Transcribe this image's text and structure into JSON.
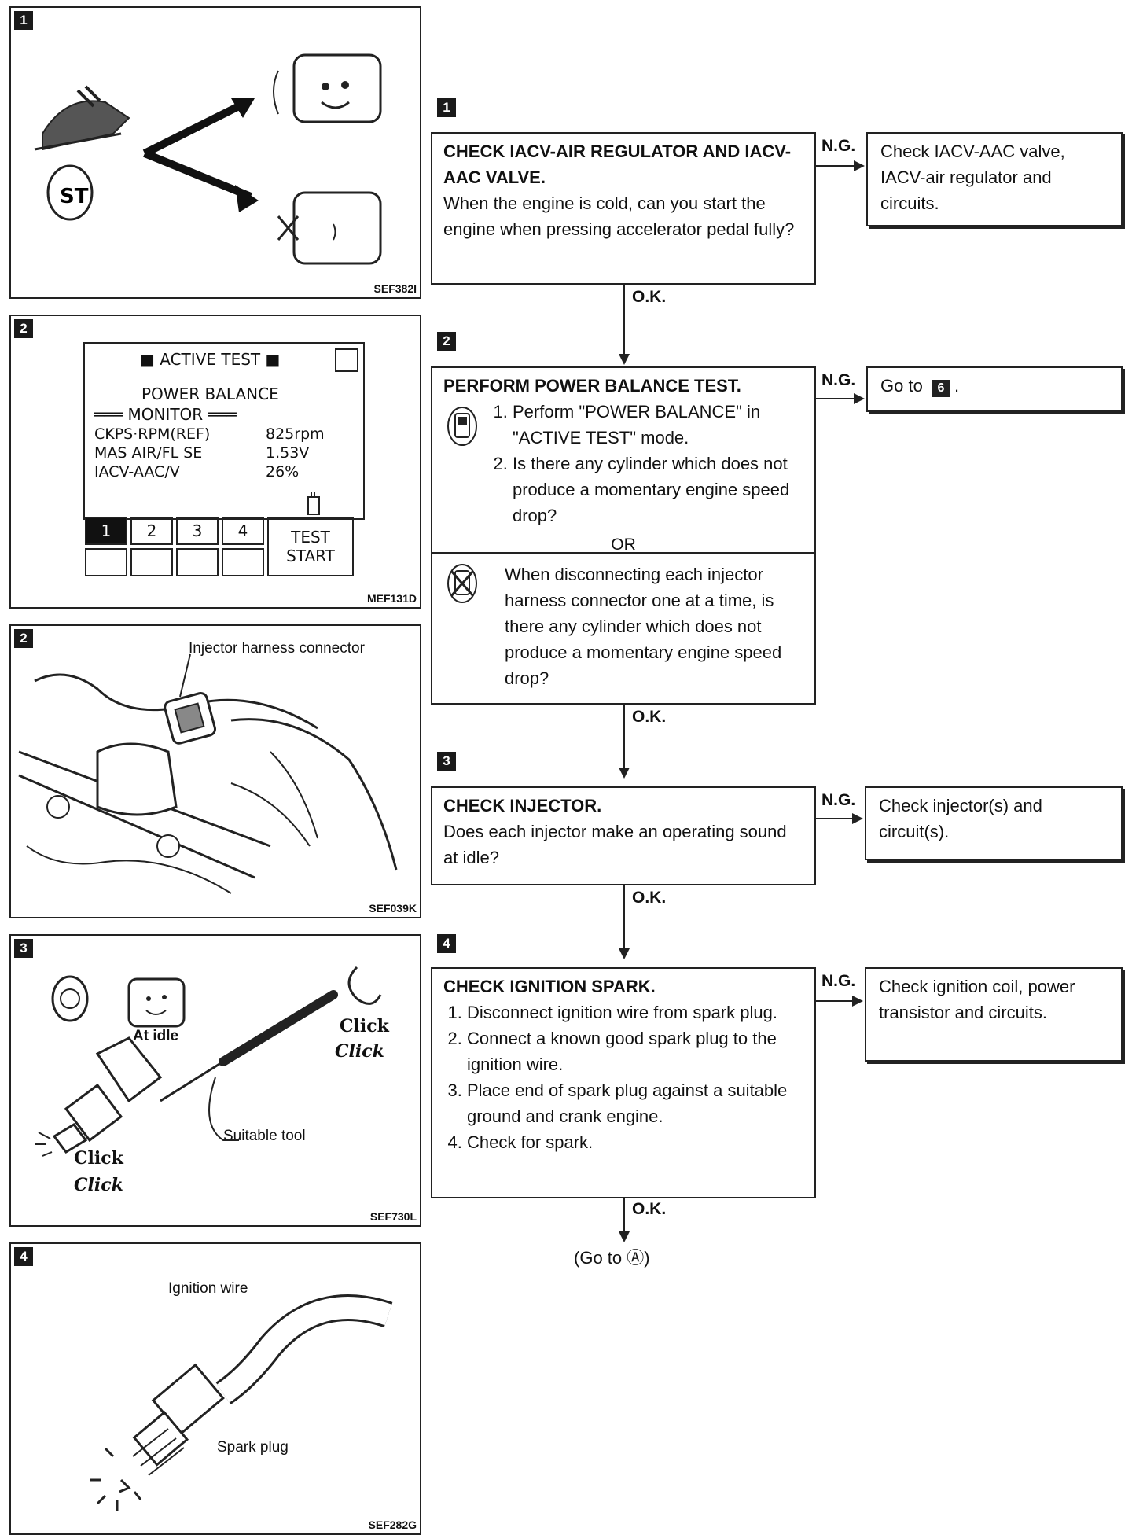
{
  "figures": {
    "fig1": {
      "step": "1",
      "code": "SEF382I"
    },
    "fig2": {
      "step": "2",
      "code": "MEF131D",
      "screen": {
        "title": "ACTIVE TEST",
        "line1": "POWER BALANCE",
        "line2": "MONITOR",
        "rows": [
          {
            "label": "CKPS·RPM(REF)",
            "value": "825rpm"
          },
          {
            "label": "MAS AIR/FL SE",
            "value": "1.53V"
          },
          {
            "label": "IACV-AAC/V",
            "value": "26%"
          }
        ],
        "cells": [
          "1",
          "2",
          "3",
          "4"
        ],
        "test_btn_1": "TEST",
        "test_btn_2": "START"
      }
    },
    "fig3": {
      "step": "2",
      "code": "SEF039K",
      "callout": "Injector harness connector"
    },
    "fig4": {
      "step": "3",
      "code": "SEF730L",
      "at_idle": "At idle",
      "click": "Click",
      "tool": "Suitable tool"
    },
    "fig5": {
      "step": "4",
      "code": "SEF282G",
      "wire": "Ignition wire",
      "plug": "Spark plug"
    }
  },
  "flow": {
    "step1": {
      "num": "1",
      "title": "CHECK IACV-AIR REGULATOR AND IACV-AAC VALVE.",
      "body": "When the engine is cold, can you start the engine when pressing accelerator pedal fully?",
      "ng": "N.G.",
      "ng_text": "Check IACV-AAC valve, IACV-air regulator and circuits.",
      "ok": "O.K."
    },
    "step2": {
      "num": "2",
      "title": "PERFORM POWER BALANCE TEST.",
      "items": [
        "Perform \"POWER BALANCE\" in \"ACTIVE TEST\" mode.",
        "Is there any cylinder which does not produce a momentary engine speed drop?"
      ],
      "or": "OR",
      "alt": "When disconnecting each injector harness connector one at a time, is there any cylinder which does not produce a momentary engine speed drop?",
      "ng": "N.G.",
      "ng_text": "Go to",
      "ng_ref": "6",
      "ok": "O.K."
    },
    "step3": {
      "num": "3",
      "title": "CHECK INJECTOR.",
      "body": "Does each injector make an operating sound at idle?",
      "ng": "N.G.",
      "ng_text": "Check injector(s) and circuit(s).",
      "ok": "O.K."
    },
    "step4": {
      "num": "4",
      "title": "CHECK IGNITION SPARK.",
      "items": [
        "Disconnect ignition wire from spark plug.",
        "Connect a known good spark plug to the ignition wire.",
        "Place end of spark plug against a suitable ground and crank engine.",
        "Check for spark."
      ],
      "ng": "N.G.",
      "ng_text": "Check ignition coil, power transistor and circuits.",
      "ok": "O.K.",
      "goto": "(Go to Ⓐ)"
    }
  }
}
